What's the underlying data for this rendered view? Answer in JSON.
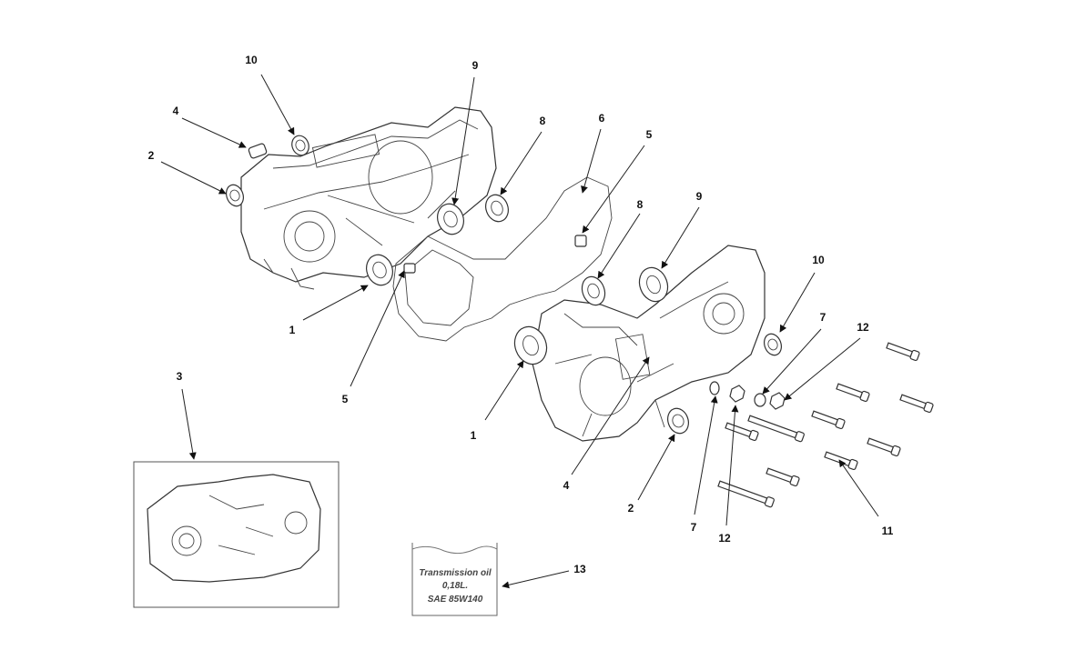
{
  "callouts": [
    "1",
    "2",
    "3",
    "4",
    "5",
    "6",
    "7",
    "8",
    "9",
    "10",
    "11",
    "12",
    "13"
  ],
  "oil_label": {
    "line1": "Transmission oil",
    "line2": "0,18L.",
    "line3": "SAE 85W140"
  }
}
